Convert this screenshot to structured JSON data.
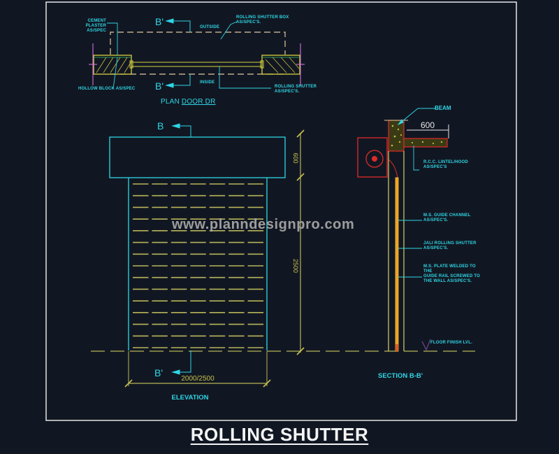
{
  "drawing": {
    "title": "ROLLING SHUTTER",
    "watermark": "www.planndesignpro.com",
    "colors": {
      "background": "#111722",
      "frame": "#e6e6e6",
      "cyan": "#2fd6e6",
      "yellow": "#d8d06a",
      "dim_yellow": "#b8b45a",
      "orange": "#f0a020",
      "red": "#e02a2a",
      "magenta": "#d070e0",
      "tan": "#e0c8a0"
    }
  },
  "plan": {
    "title_prefix": "PLAN ",
    "title_underlined": "DOOR DR",
    "section_mark_top": "B'",
    "section_mark_bottom": "B'",
    "outside_label": "OUTSIDE",
    "inside_label": "INSIDE",
    "note_top_left": "CEMENT PLASTER\nAS/SPEC",
    "note_bottom_left": "HOLLOW BLOCK AS/SPEC",
    "note_top_right": "ROLLING SHUTTER BOX\nAS/SPEC'S.",
    "note_bottom_right": "ROLLING SHUTTER\nAS/SPEC'S."
  },
  "elevation": {
    "title": "ELEVATION",
    "section_mark_top": "B",
    "section_mark_bottom": "B'",
    "dim_width": "2000/2500",
    "dim_box_height": "600",
    "dim_shutter_height": "2500",
    "slat_rows": 15,
    "slat_cols": 7
  },
  "section": {
    "title": "SECTION B-B'",
    "beam_label": "BEAM",
    "dim_lintel": "600",
    "notes": [
      {
        "text": "R.C.C. LINTEL/HOOD\nAS/SPEC'S"
      },
      {
        "text": "M.S. GUIDE CHANNEL\nAS/SPEC'S."
      },
      {
        "text": "JALI ROLLING SHUTTER\nAS/SPEC'S."
      },
      {
        "text": "M.S. PLATE WELDED TO\nTHE\nGUIDE RAIL SCREWED TO\nTHE WALL AS/SPEC'S."
      },
      {
        "text": "FLOOR FINISH LVL."
      }
    ]
  }
}
